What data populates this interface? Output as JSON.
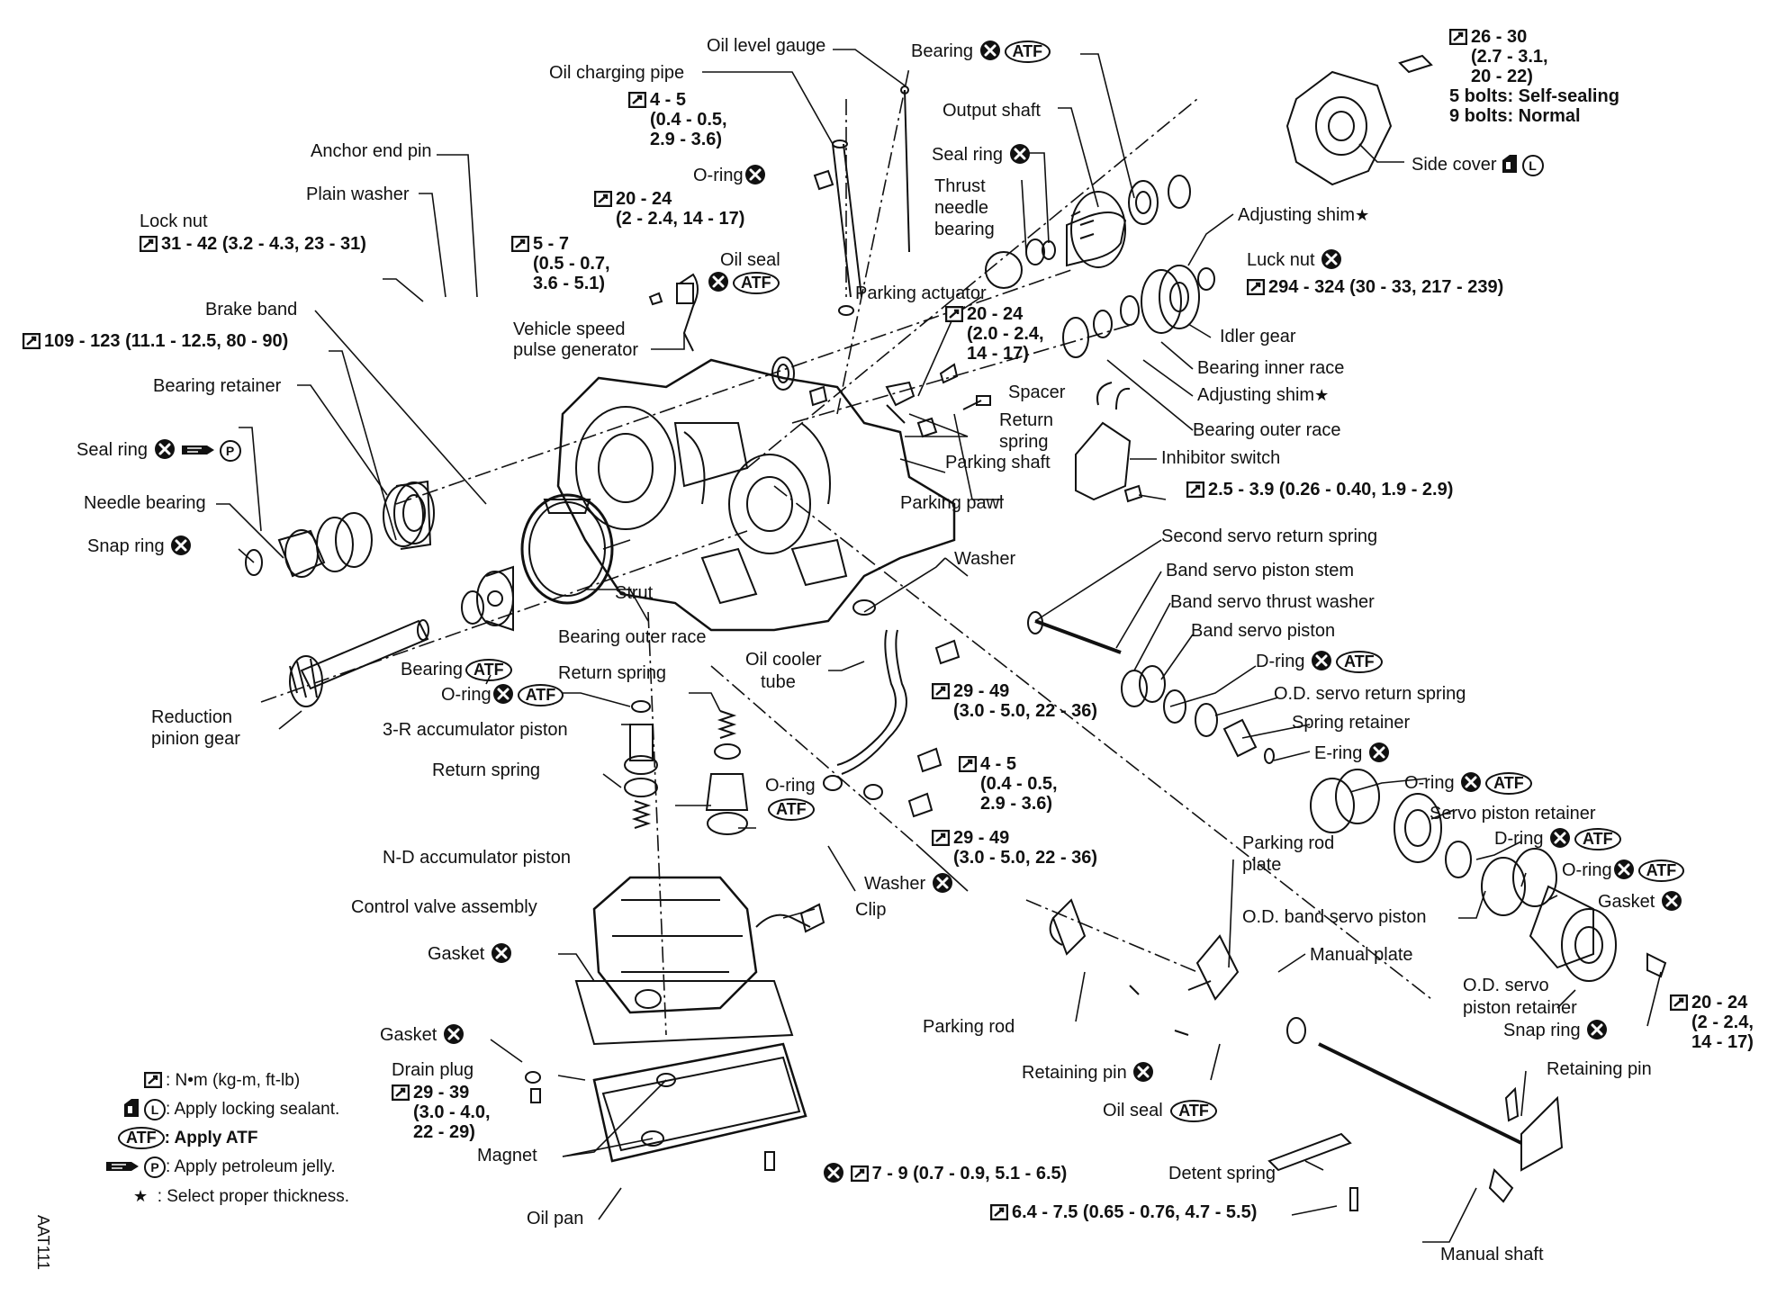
{
  "diagram_code": "AAT111",
  "legend": {
    "torque": ": N•m (kg-m, ft-lb)",
    "locking": ": Apply locking sealant.",
    "atf": ": Apply ATF",
    "jelly": ": Apply petroleum jelly.",
    "thickness": ": Select proper thickness.",
    "atf_mark": "ATF",
    "locking_mark": "L",
    "jelly_mark": "P",
    "star_mark": "★"
  },
  "parts": {
    "oil_level_gauge": "Oil level gauge",
    "oil_charging_pipe": "Oil charging pipe",
    "anchor_end_pin": "Anchor end pin",
    "plain_washer": "Plain washer",
    "lock_nut": "Lock nut",
    "brake_band": "Brake band",
    "bearing_retainer": "Bearing retainer",
    "seal_ring_left": "Seal ring",
    "needle_bearing": "Needle bearing",
    "snap_ring_left": "Snap ring",
    "o_ring_pipe": "O-ring",
    "oil_seal_top": "Oil seal",
    "vehicle_speed_1": "Vehicle speed",
    "vehicle_speed_2": "pulse generator",
    "strut": "Strut",
    "bearing_outer_race_left": "Bearing outer race",
    "bearing_left": "Bearing",
    "o_ring_accum": "O-ring",
    "return_spring_top": "Return spring",
    "accum_3r": "3-R accumulator piston",
    "return_spring_mid": "Return spring",
    "nd_accum": "N-D accumulator piston",
    "reduction_1": "Reduction",
    "reduction_2": "pinion gear",
    "o_ring_nd": "O-ring",
    "oil_cooler_1": "Oil cooler",
    "oil_cooler_2": "tube",
    "control_valve": "Control valve assembly",
    "clip": "Clip",
    "gasket_valve": "Gasket",
    "gasket_pan": "Gasket",
    "drain_plug": "Drain plug",
    "magnet": "Magnet",
    "oil_pan": "Oil pan",
    "washer_top": "Washer",
    "washer_bottom": "Washer",
    "bearing_top": "Bearing",
    "output_shaft": "Output shaft",
    "seal_ring_top": "Seal ring",
    "thrust_1": "Thrust",
    "thrust_2": "needle",
    "thrust_3": "bearing",
    "parking_actuator": "Parking actuator",
    "spacer": "Spacer",
    "return_spring_park_1": "Return",
    "return_spring_park_2": "spring",
    "parking_shaft": "Parking shaft",
    "parking_pawl": "Parking pawl",
    "side_cover": "Side cover",
    "adjusting_shim_top": "Adjusting shim",
    "luck_nut": "Luck nut",
    "idler_gear": "Idler gear",
    "bearing_inner_race": "Bearing inner race",
    "adjusting_shim_mid": "Adjusting shim",
    "bearing_outer_race_right": "Bearing outer race",
    "inhibitor_switch": "Inhibitor switch",
    "second_servo_spring": "Second servo return spring",
    "band_servo_stem": "Band servo piston stem",
    "band_servo_washer": "Band servo thrust washer",
    "band_servo_piston": "Band servo piston",
    "d_ring_1": "D-ring",
    "od_servo_spring": "O.D. servo return spring",
    "spring_retainer": "Spring retainer",
    "e_ring": "E-ring",
    "o_ring_servo": "O-ring",
    "servo_piston_retainer": "Servo piston retainer",
    "d_ring_2": "D-ring",
    "o_ring_od": "O-ring",
    "gasket_servo": "Gasket",
    "od_band_servo": "O.D. band servo piston",
    "od_servo_ret_1": "O.D. servo",
    "od_servo_ret_2": "piston retainer",
    "snap_ring_right": "Snap ring",
    "parking_rod_plate_1": "Parking rod",
    "parking_rod_plate_2": "plate",
    "manual_plate": "Manual plate",
    "parking_rod": "Parking rod",
    "retaining_pin_mid": "Retaining pin",
    "oil_seal_bottom": "Oil seal",
    "retaining_pin_right": "Retaining pin",
    "detent_spring": "Detent spring",
    "manual_shaft": "Manual shaft"
  },
  "torques": {
    "pipe_1": "4 - 5",
    "pipe_2": "(0.4 - 0.5,",
    "pipe_3": "2.9 - 3.6)",
    "gauge_1": "20 - 24",
    "gauge_2": "(2 - 2.4, 14 - 17)",
    "lock_nut": "31 - 42 (3.2 - 4.3, 23 - 31)",
    "pulse_1": "5 - 7",
    "pulse_2": "(0.5 - 0.7,",
    "pulse_3": "3.6 - 5.1)",
    "anchor": "109 - 123 (11.1 - 12.5, 80 - 90)",
    "side_1": "26 - 30",
    "side_2": "(2.7 - 3.1,",
    "side_3": "20 - 22)",
    "side_4": "5 bolts: Self-sealing",
    "side_5": "9 bolts: Normal",
    "actuator_1": "20 - 24",
    "actuator_2": "(2.0 - 2.4,",
    "actuator_3": "14 - 17)",
    "luck_nut": "294 - 324 (30 - 33, 217 - 239)",
    "inhibitor": "2.5 - 3.9 (0.26 - 0.40, 1.9 - 2.9)",
    "cooler_top_1": "29 - 49",
    "cooler_top_2": "(3.0 - 5.0, 22 - 36)",
    "cooler_mid_1": "4 - 5",
    "cooler_mid_2": "(0.4 - 0.5,",
    "cooler_mid_3": "2.9 - 3.6)",
    "cooler_bot_1": "29 - 49",
    "cooler_bot_2": "(3.0 - 5.0, 22 - 36)",
    "drain_1": "29 - 39",
    "drain_2": "(3.0 - 4.0,",
    "drain_3": "22 - 29)",
    "pan_bolt": "7 - 9 (0.7 - 0.9, 5.1 - 6.5)",
    "detent": "6.4 - 7.5 (0.65 - 0.76, 4.7 - 5.5)",
    "servo_1": "20 - 24",
    "servo_2": "(2 - 2.4,",
    "servo_3": "14 - 17)"
  }
}
